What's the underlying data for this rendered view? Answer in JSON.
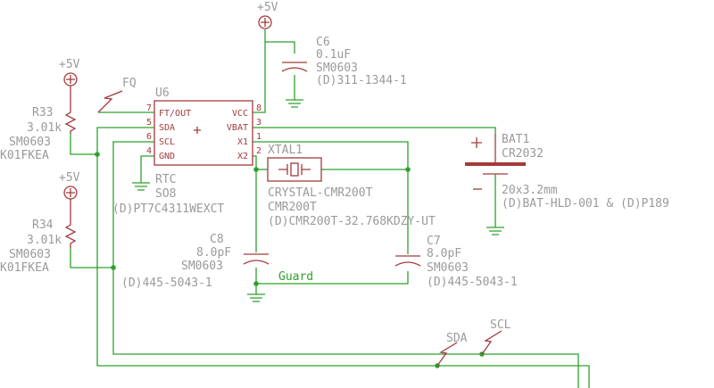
{
  "power": {
    "vcc_top": "+5V",
    "vcc_r33": "+5V",
    "vcc_r34": "+5V"
  },
  "u6": {
    "ref": "U6",
    "value": "RTC",
    "package": "SO8",
    "part": "(D)PT7C4311WEXCT",
    "pins_left": [
      "FT/OUT",
      "SDA",
      "SCL",
      "GND"
    ],
    "pins_left_num": [
      "7",
      "5",
      "6",
      "4"
    ],
    "pins_right": [
      "VCC",
      "VBAT",
      "X1",
      "X2"
    ],
    "pins_right_num": [
      "8",
      "3",
      "1",
      "2"
    ]
  },
  "c6": {
    "ref": "C6",
    "value": "0.1uF",
    "package": "SM0603",
    "part": "(D)311-1344-1"
  },
  "r33": {
    "ref": "R33",
    "value": "3.01k",
    "package": "SM0603",
    "part": "K01FKEA"
  },
  "r34": {
    "ref": "R34",
    "value": "3.01k",
    "package": "SM0603",
    "part": "K01FKEA"
  },
  "xtal1": {
    "ref": "XTAL1",
    "value": "CRYSTAL-CMR200T",
    "package": "CMR200T",
    "part": "(D)CMR200T-32.768KDZY-UT"
  },
  "c8": {
    "ref": "C8",
    "value": "8.0pF",
    "package": "SM0603",
    "part": "(D)445-5043-1"
  },
  "c7": {
    "ref": "C7",
    "value": "8.0pF",
    "package": "SM0603",
    "part": "(D)445-5043-1"
  },
  "bat1": {
    "ref": "BAT1",
    "value": "CR2032",
    "package": "20x3.2mm",
    "part": "(D)BAT-HLD-001 & (D)P189"
  },
  "nets": {
    "fq": "FQ",
    "guard": "Guard",
    "sda": "SDA",
    "scl": "SCL"
  },
  "colors": {
    "wire": "#2ea02e",
    "symbol": "#a33a3a",
    "text": "#9a9a9a"
  }
}
